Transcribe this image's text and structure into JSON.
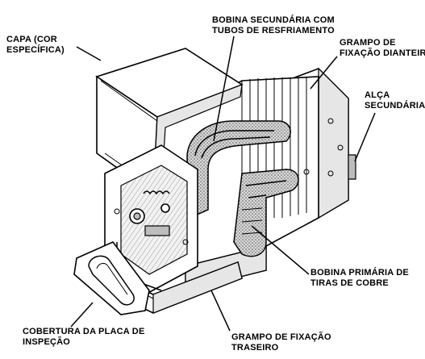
{
  "labels": {
    "capa": [
      "CAPA (COR",
      "ESPECÍFICA)"
    ],
    "bobina_secundaria": [
      "BOBINA SECUNDÁRIA COM",
      "TUBOS DE RESFRIAMENTO"
    ],
    "grampo_dianteiro": [
      "GRAMPO DE",
      "FIXAÇÃO DIANTEIR"
    ],
    "alca_secundaria": [
      "ALÇA",
      "SECUNDÁRIA"
    ],
    "bobina_primaria": [
      "BOBINA PRIMÁRIA DE",
      "TIRAS DE COBRE"
    ],
    "cobertura_placa": [
      "COBERTURA DA PLACA DE",
      "INSPEÇÃO"
    ],
    "grampo_traseiro": [
      "GRAMPO DE FIXAÇÃO",
      "TRASEIRO"
    ]
  }
}
